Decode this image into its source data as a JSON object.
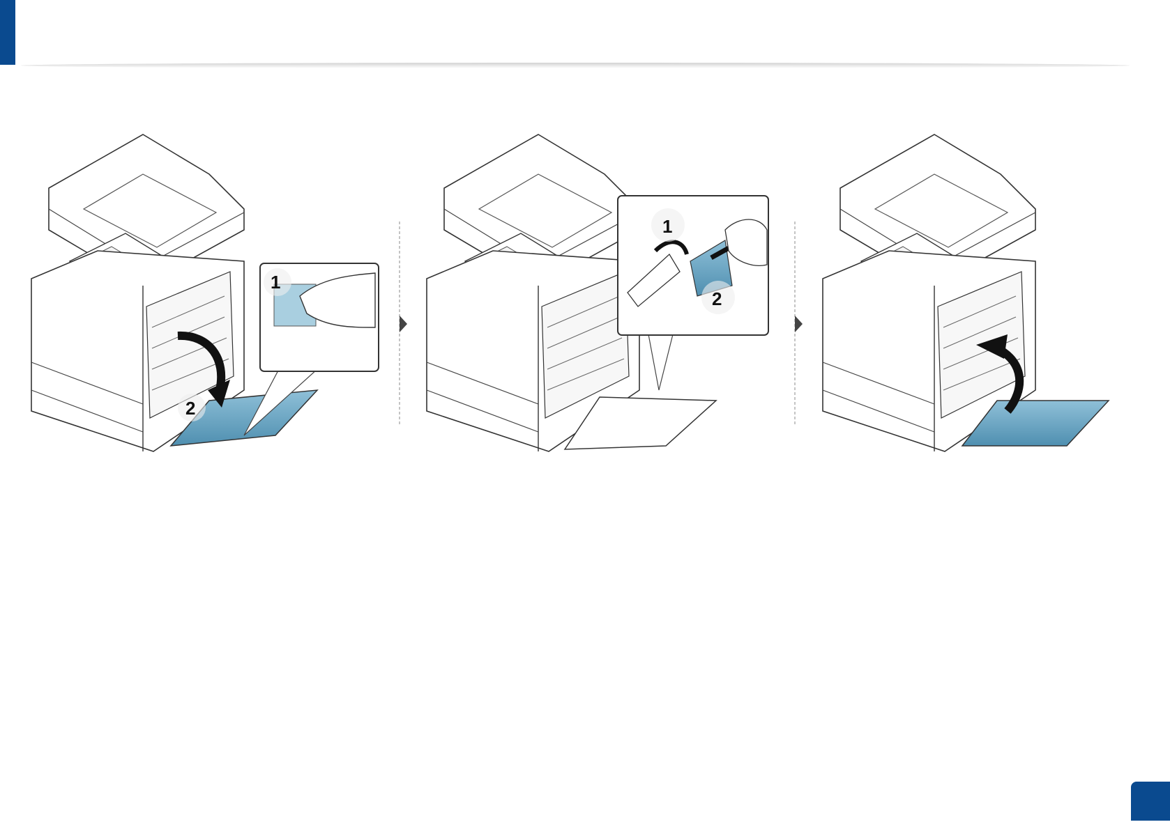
{
  "colors": {
    "accent": "#0a4a8f",
    "highlight": "#5b9dbd",
    "line": "#333333"
  },
  "page": {
    "number": ""
  },
  "steps": [
    {
      "callouts": [
        "1",
        "2"
      ]
    },
    {
      "callouts": [
        "1",
        "2"
      ]
    },
    {
      "callouts": []
    }
  ],
  "step_separator_icon": "triangle-right-icon"
}
